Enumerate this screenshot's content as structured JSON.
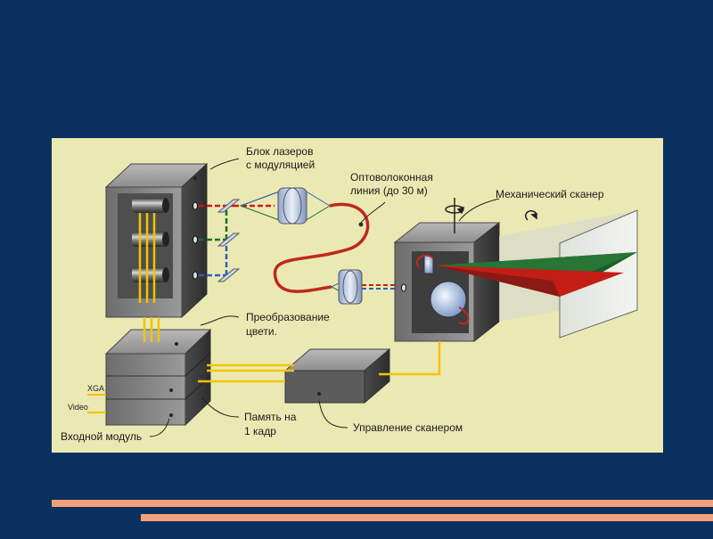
{
  "slide": {
    "background_color": "#0b3160",
    "accent_color": "#f4a07a",
    "panel_color": "#ebe9b3"
  },
  "diagram": {
    "labels": {
      "laser_block_line1": "Блок лазеров",
      "laser_block_line2": "с модуляцией",
      "fiber_line1": "Оптоволоконная",
      "fiber_line2": "линия (до 30 м)",
      "mech_scanner": "Механический сканер",
      "conversion_line1": "Преобразование",
      "conversion_line2": "цвети.",
      "input_xga": "XGA",
      "input_video": "Video",
      "input_module": "Входной модуль",
      "memory_line1": "Память на",
      "memory_line2": "1 кадр",
      "scanner_control": "Управление сканером"
    },
    "beam_colors": {
      "red": "#d01818",
      "green": "#1b6e2a",
      "blue": "#2a5fc4",
      "fiber": "#c0281c",
      "wire": "#f2c400"
    }
  }
}
